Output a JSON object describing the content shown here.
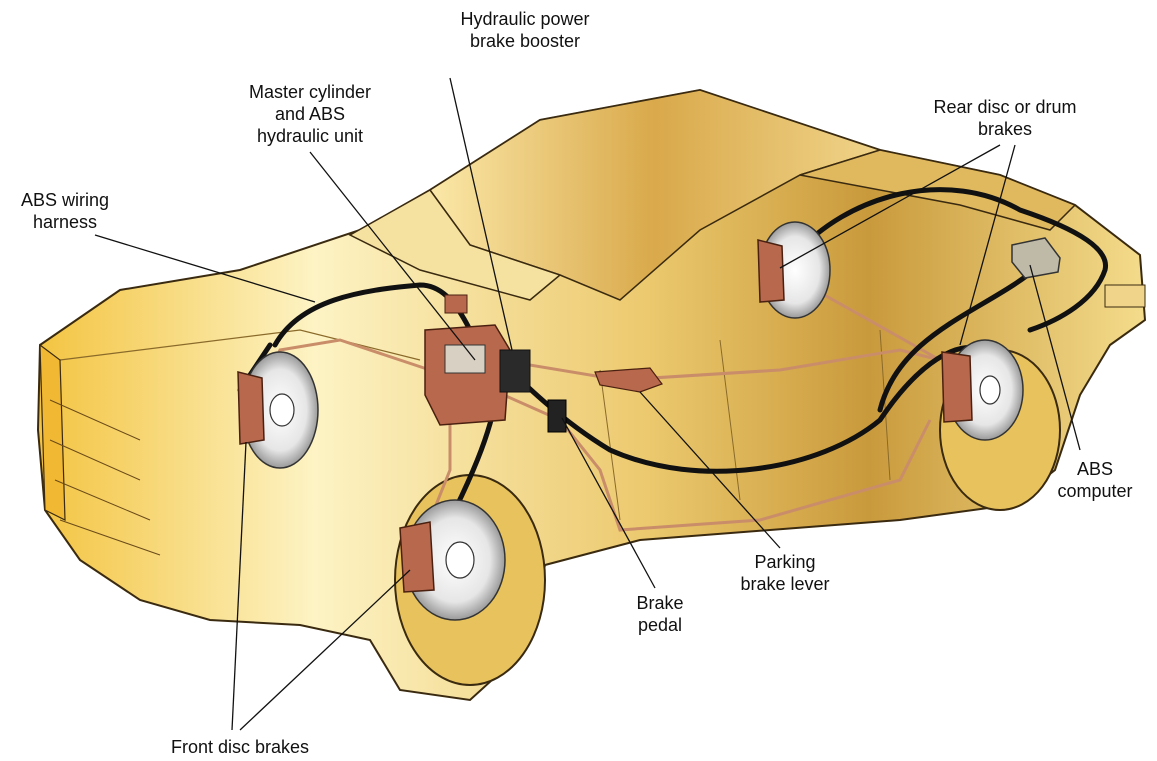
{
  "colors": {
    "body_light": "#fdf3c4",
    "body_mid": "#ecc96e",
    "body_dark": "#c99a3c",
    "outline": "#3a2a10",
    "caliper": "#b8684c",
    "brake_line": "#c98d6a",
    "harness": "#111111",
    "rotor": "#e4e4e4"
  },
  "labels": {
    "booster": [
      "Hydraulic power",
      "brake booster"
    ],
    "master": [
      "Master cylinder",
      "and ABS",
      "hydraulic unit"
    ],
    "rear": [
      "Rear disc or drum",
      "brakes"
    ],
    "wiring": [
      "ABS wiring",
      "harness"
    ],
    "computer": [
      "ABS",
      "computer"
    ],
    "parking": [
      "Parking",
      "brake lever"
    ],
    "pedal": [
      "Brake",
      "pedal"
    ],
    "front": [
      "Front disc brakes"
    ]
  }
}
